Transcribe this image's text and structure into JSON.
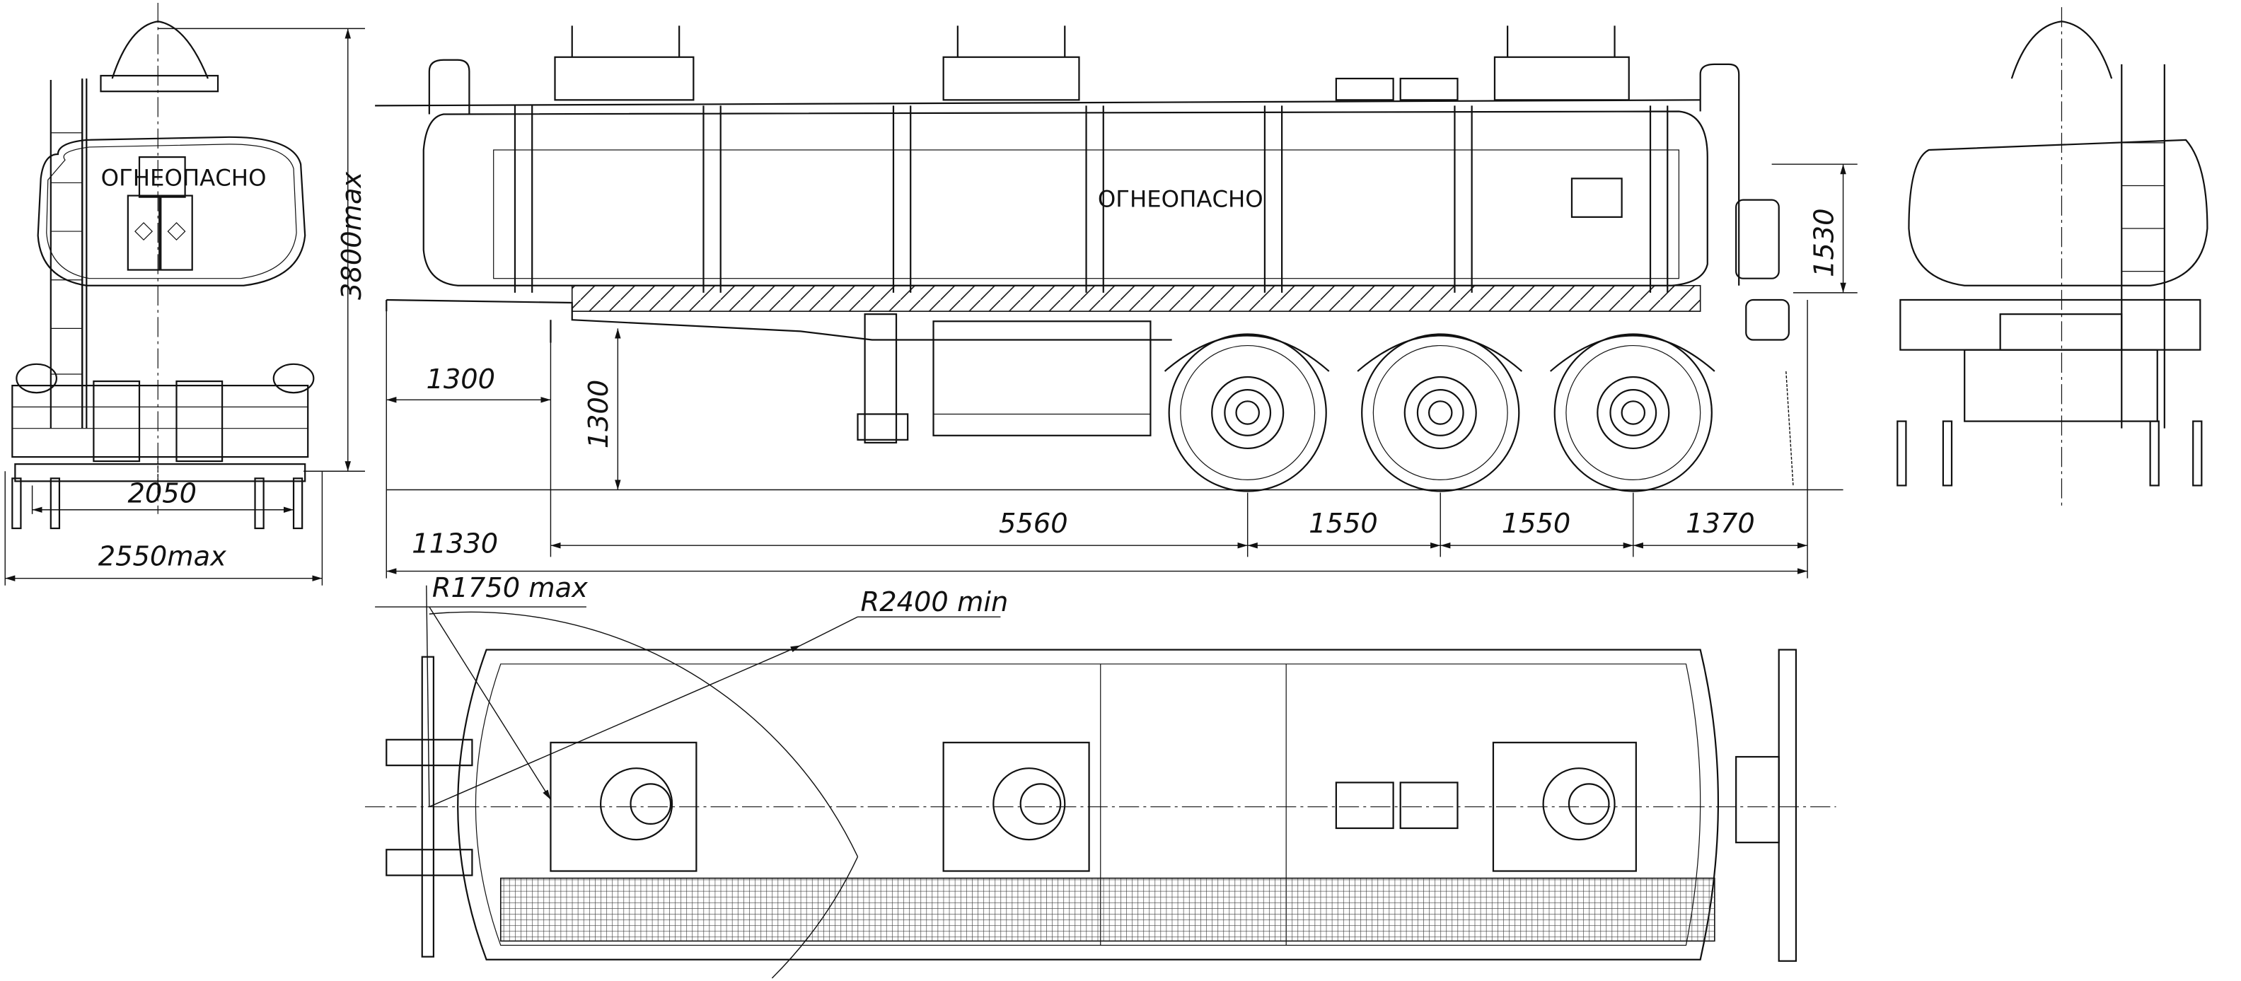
{
  "labels": {
    "front_warning": "ОГНЕОПАСНО",
    "side_warning": "ОГНЕОПАСНО"
  },
  "dimensions": {
    "height_max": "3800max",
    "track": "2050",
    "width_max": "2550max",
    "front_overhang": "1300",
    "fifth_wheel_height": "1300",
    "overall_length": "11330",
    "kingpin_to_axle": "5560",
    "axle_spacing_1": "1550",
    "axle_spacing_2": "1550",
    "rear_overhang": "1370",
    "rear_height": "1530",
    "front_radius": "R1750 max",
    "turn_radius": "R2400 min"
  }
}
